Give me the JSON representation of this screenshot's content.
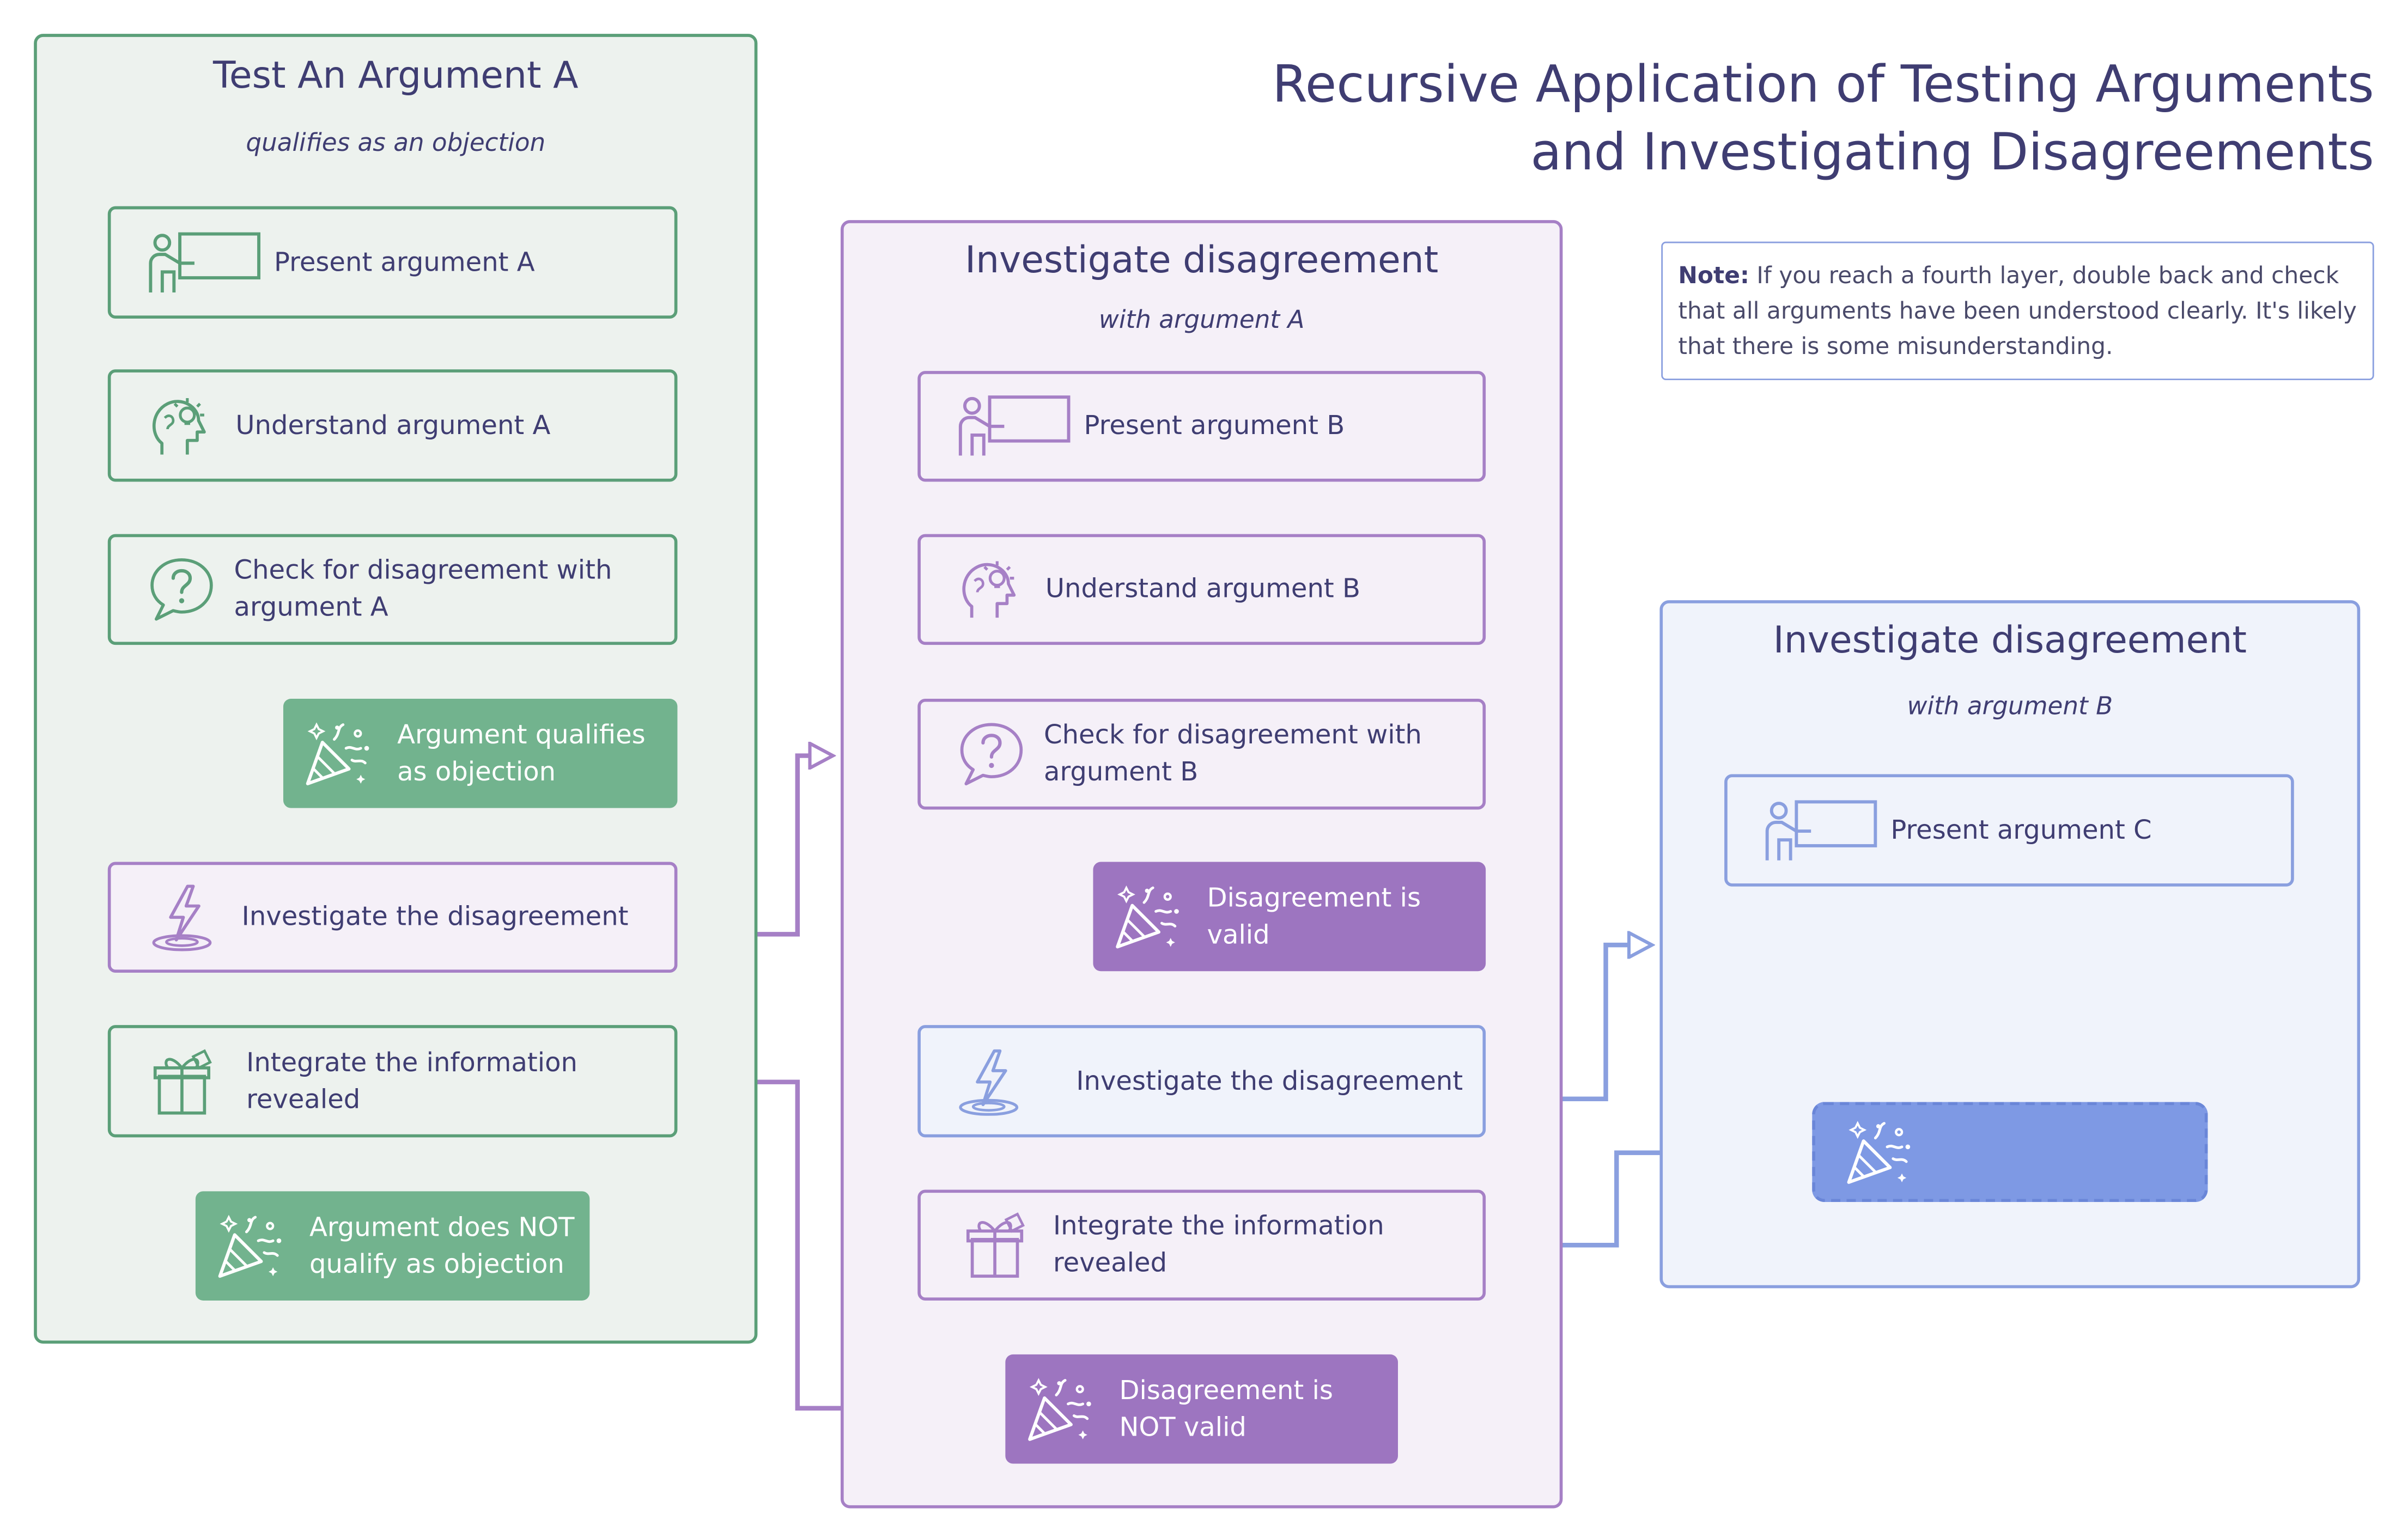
{
  "title": {
    "line1": "Recursive Application of Testing Arguments",
    "line2": "and Investigating Disagreements"
  },
  "note": {
    "label": "Note:",
    "text": "If you reach a fourth layer, double back and check that all arguments have been understood clearly. It's likely that there is some misunderstanding."
  },
  "panel_a": {
    "title": "Test An Argument A",
    "subtitle": "qualifies as an objection",
    "present": "Present argument A",
    "understand": "Understand argument A",
    "check": "Check for disagreement  with argument A",
    "qualifies": "Argument qualifies as objection",
    "investigate": "Investigate the disagreement",
    "integrate": "Integrate the information revealed",
    "not_qualify": "Argument does NOT qualify as objection"
  },
  "panel_b": {
    "title": "Investigate disagreement",
    "subtitle": "with argument A",
    "present": "Present argument B",
    "understand": "Understand argument B",
    "check": "Check for disagreement with argument B",
    "valid": "Disagreement is valid",
    "investigate": "Investigate the disagreement",
    "integrate": "Integrate the information revealed",
    "not_valid": "Disagreement is NOT valid"
  },
  "panel_c": {
    "title": "Investigate disagreement",
    "subtitle": "with argument B",
    "present": "Present argument C"
  },
  "icons": {
    "present": "presenter-at-board-icon",
    "understand": "head-with-lightbulb-icon",
    "check": "question-speech-bubble-icon",
    "outcome": "party-popper-icon",
    "investigate": "lightning-bolt-icon",
    "integrate": "gift-box-icon"
  },
  "colors": {
    "green": "#5b9f78",
    "green_fill": "#72b38e",
    "purple": "#a680c6",
    "purple_fill": "#9d75c0",
    "blue": "#8a9fdf",
    "blue_fill": "#7e99e4",
    "text": "#3f3d72"
  }
}
